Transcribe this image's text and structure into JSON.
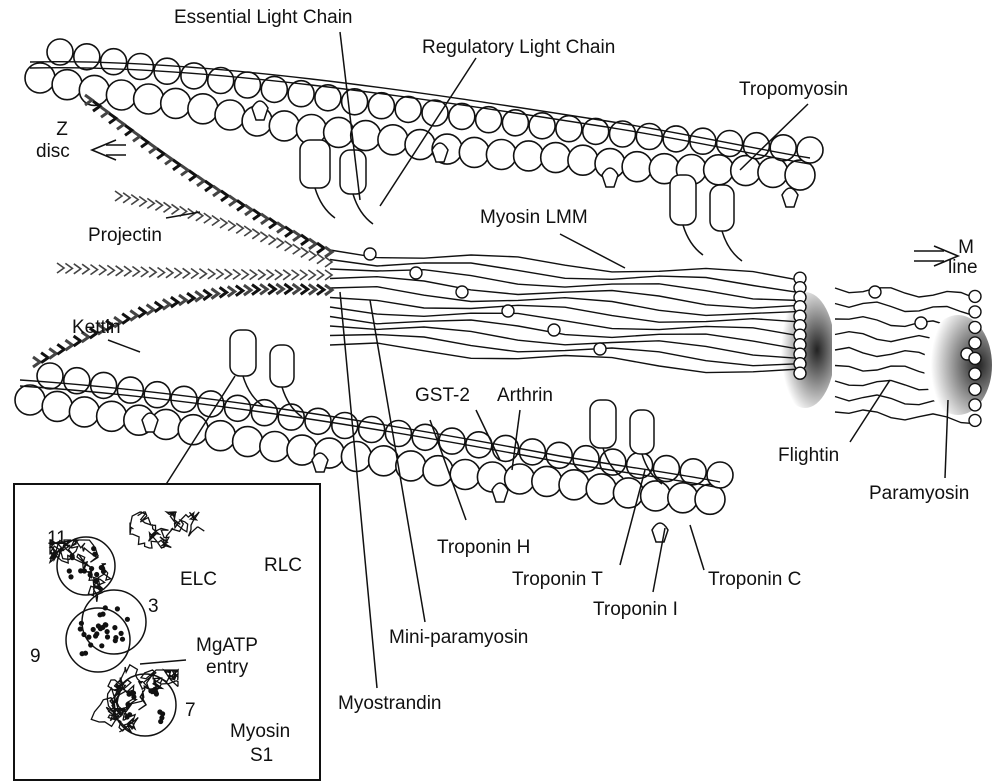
{
  "labels": {
    "essential_light_chain": "Essential Light Chain",
    "regulatory_light_chain": "Regulatory Light Chain",
    "tropomyosin": "Tropomyosin",
    "z_disc_1": "Z",
    "z_disc_2": "disc",
    "m_line_1": "M",
    "m_line_2": "line",
    "projectin": "Projectin",
    "myosin_lmm": "Myosin LMM",
    "kettin": "Kettin",
    "gst2": "GST-2",
    "arthrin": "Arthrin",
    "flightin": "Flightin",
    "paramyosin": "Paramyosin",
    "troponin_h": "Troponin H",
    "troponin_t": "Troponin T",
    "troponin_c": "Troponin C",
    "troponin_i": "Troponin I",
    "mini_paramyosin": "Mini-paramyosin",
    "myostrandin": "Myostrandin"
  },
  "inset": {
    "elc": "ELC",
    "rlc": "RLC",
    "mgatp_1": "MgATP",
    "mgatp_2": "entry",
    "myosin_1": "Myosin",
    "myosin_2": "S1",
    "site_11": "11",
    "site_3": "3",
    "site_9": "9",
    "site_7": "7"
  },
  "icons": [
    "arrow-left-icon",
    "arrow-right-icon"
  ],
  "colors": {
    "line": "#111111",
    "fill": "#ffffff",
    "chevron": "#444444",
    "shadow": "#333333"
  }
}
